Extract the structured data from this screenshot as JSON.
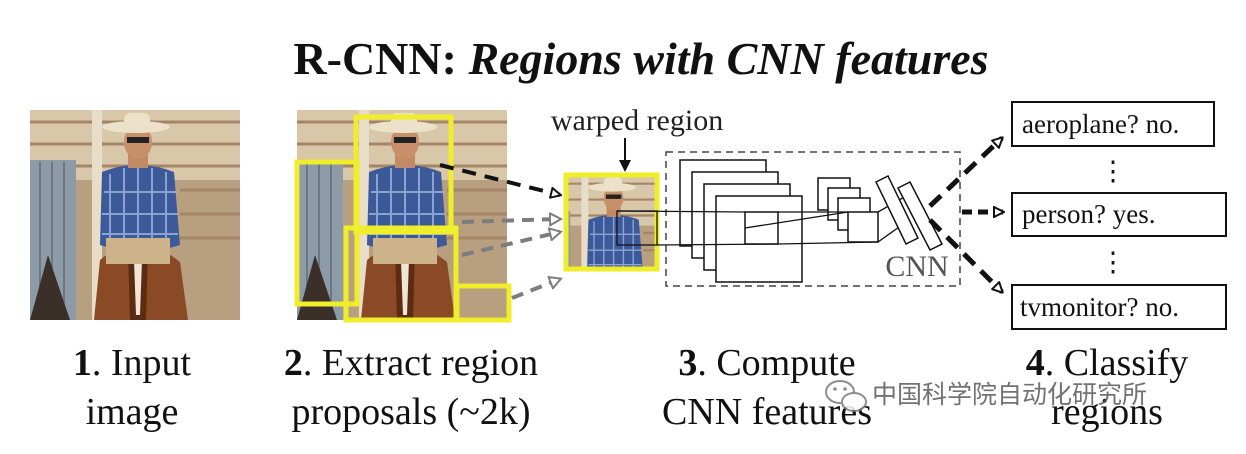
{
  "title": {
    "prefix": "R-CNN:",
    "emphasis": "Regions with CNN features"
  },
  "warped_label": "warped region",
  "cnn_label": "CNN",
  "classes": [
    {
      "text": "aeroplane? no."
    },
    {
      "text": "person? yes."
    },
    {
      "text": "tvmonitor? no."
    }
  ],
  "ellipsis": "⋮",
  "steps": [
    {
      "num": "1",
      "line1": ". Input",
      "line2": "image"
    },
    {
      "num": "2",
      "line1": ". Extract region",
      "line2": "proposals (~2k)"
    },
    {
      "num": "3",
      "line1": ". Compute",
      "line2": "CNN features"
    },
    {
      "num": "4",
      "line1": ". Classify",
      "line2": "regions"
    }
  ],
  "watermark": "中国科学院自动化研究所",
  "colors": {
    "proposal_box": "#f0ee2a",
    "arrow_dark": "#111111",
    "arrow_gray": "#7d7d7d"
  }
}
